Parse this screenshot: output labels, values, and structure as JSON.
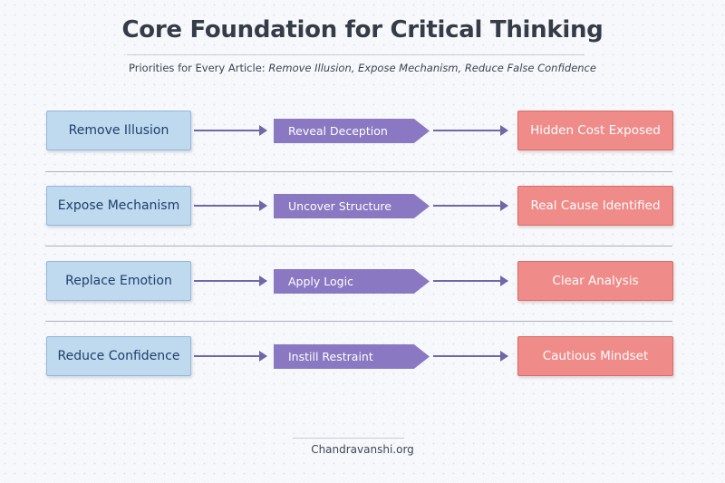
{
  "header": {
    "title": "Core Foundation for Critical Thinking",
    "subtitle_prefix": "Priorities for Every Article: ",
    "subtitle_emphasis": "Remove Illusion, Expose Mechanism, Reduce False Confidence"
  },
  "rows": [
    {
      "start": "Remove Illusion",
      "step": "Reveal Deception",
      "result": "Hidden Cost Exposed"
    },
    {
      "start": "Expose Mechanism",
      "step": "Uncover Structure",
      "result": "Real Cause Identified"
    },
    {
      "start": "Replace Emotion",
      "step": "Apply Logic",
      "result": "Clear Analysis"
    },
    {
      "start": "Reduce Confidence",
      "step": "Instill Restraint",
      "result": "Cautious Mindset"
    }
  ],
  "footer": {
    "site": "Chandravanshi.org"
  },
  "colors": {
    "start_box": "#bfd9ef",
    "step_arrow": "#8a78c2",
    "result_box": "#ef8b88",
    "connector": "#6f68a8"
  }
}
